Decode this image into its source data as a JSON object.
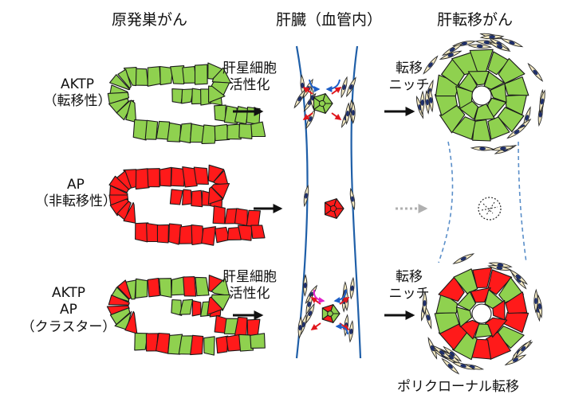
{
  "headers": {
    "primary": "原発巣がん",
    "liver": "肝臓（血管内）",
    "metastasis": "肝転移がん"
  },
  "rows": [
    {
      "line1": "AKTP",
      "line2": "（転移性）",
      "line3": ""
    },
    {
      "line1": "AP",
      "line2": "（非転移性）",
      "line3": ""
    },
    {
      "line1": "AKTP",
      "line2": "AP",
      "line3": "（クラスター）"
    }
  ],
  "steps": {
    "hsc_line1": "肝星細胞",
    "hsc_line2": "活性化",
    "niche_line1": "転移",
    "niche_line2": "ニッチ"
  },
  "footer": "ポリクローナル転移",
  "colors": {
    "akt_cell": "#8fd14f",
    "ap_cell": "#ff1a1a",
    "vessel": "#1f5fa8",
    "stellate_fill": "#f3e9c2",
    "nucleus": "#1e2f6b",
    "red_arrow": "#e0161c",
    "blue_arrow": "#1e5fc7",
    "magenta_arrow": "#e020c8",
    "grey_arrow": "#b0b0b0",
    "dashed_line": "#5b8fc9"
  }
}
